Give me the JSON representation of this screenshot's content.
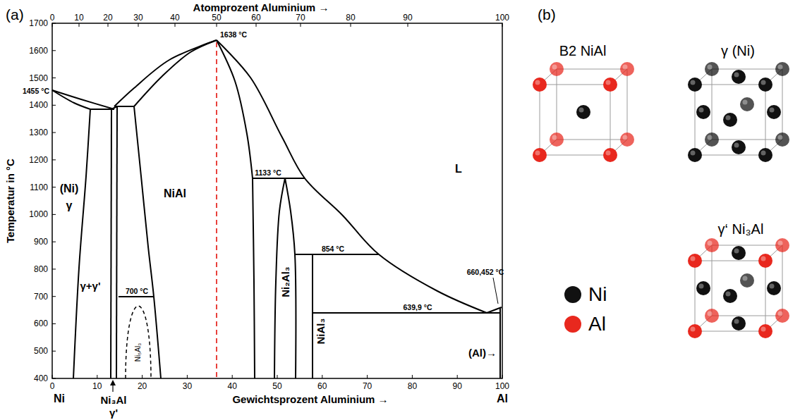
{
  "diagram": {
    "labels": [
      "(a)",
      "Atomprozent Aluminium →",
      "0",
      "10",
      "20",
      "30",
      "40",
      "50",
      "60",
      "70",
      "80",
      "90",
      "100",
      "Temperatur in °C",
      "1700",
      "1600",
      "1500",
      "1400",
      "1300",
      "1200",
      "1100",
      "1000",
      "900",
      "800",
      "700",
      "600",
      "500",
      "400",
      "1638 °C",
      "1455 °C",
      "(Ni)",
      "γ",
      "NiAl",
      "L",
      "1133 °C",
      "854 °C",
      "660,452 °C",
      "700 °C",
      "639,9 °C",
      "γ+γ'",
      "Ni₅Al₃",
      "Ni₂Al₃",
      "NiAl₃",
      "(Al)→",
      "Ni",
      "Ni₃Al",
      "γ'",
      "Gewichtsprozent Aluminium →",
      "Al",
      "0",
      "10",
      "20",
      "30",
      "40",
      "50",
      "60",
      "70",
      "80",
      "90",
      "100",
      "(b)",
      "B2 NiAl",
      "γ (Ni)",
      "γ‘ Ni₃Al"
    ],
    "legend": [
      {
        "text": "Ni",
        "color": "#111111"
      },
      {
        "text": "Al",
        "color": "#e8281e"
      }
    ]
  }
}
